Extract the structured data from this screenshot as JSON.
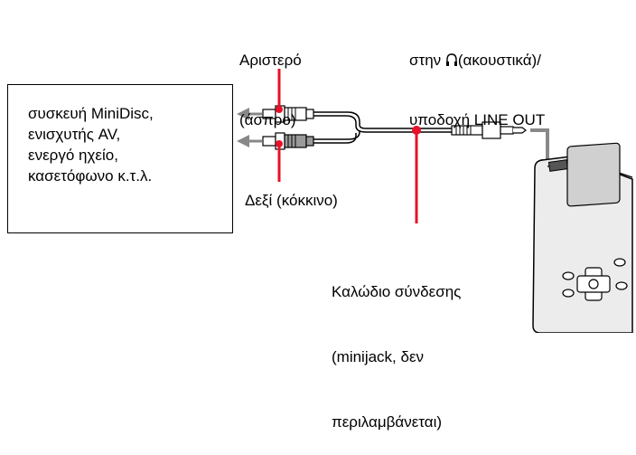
{
  "labels": {
    "left_plug": [
      "Αριστερό",
      "(άσπρο)"
    ],
    "headphone": {
      "line1_prefix": "στην ",
      "line1_suffix": "(ακουστικά)/",
      "line2": "υποδοχή LINE OUT"
    },
    "device_box": [
      "συσκευή MiniDisc,",
      "ενισχυτής AV,",
      "ενεργό ηχείο,",
      "κασετόφωνο κ.τ.λ."
    ],
    "right_plug": "Δεξί (κόκκινο)",
    "cable": [
      "Καλώδιο σύνδεσης",
      "(minijack, δεν",
      "περιλαμβάνεται)"
    ]
  },
  "icons": {
    "headphone": "headphone-icon"
  },
  "colors": {
    "callout_line": "#e8102a",
    "arrow_gray": "#888888",
    "player_body": "#e6e6e6",
    "outline": "#000000"
  }
}
